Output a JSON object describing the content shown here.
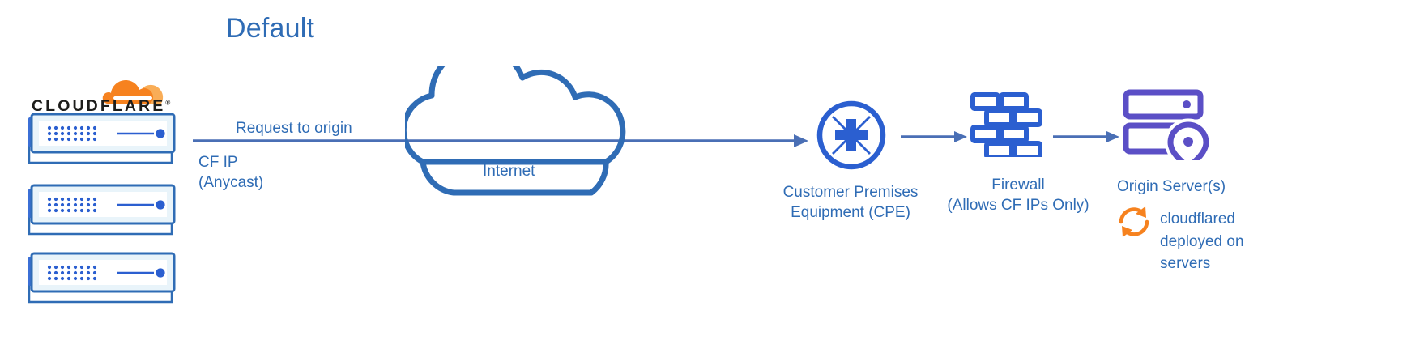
{
  "diagram": {
    "title": "Default",
    "theme": {
      "primary_blue": "#2f6cb5",
      "icon_blue": "#2b5fd0",
      "server_border_blue": "#2f6cb5",
      "server_fill": "#e9f4fa",
      "origin_purple": "#5b4fc6",
      "cloudflare_orange": "#f6821f",
      "cloudflare_orange_light": "#f9ad57",
      "wordmark_black": "#1d1d1b",
      "background": "#ffffff"
    }
  },
  "cloudflare": {
    "wordmark": "CLOUDFLARE",
    "trademark": "®",
    "logo_icon": "cloudflare-cloud-logo",
    "servers": [
      {
        "name": "cloudflare-edge-server-1"
      },
      {
        "name": "cloudflare-edge-server-2"
      },
      {
        "name": "cloudflare-edge-server-3"
      }
    ]
  },
  "flow": {
    "request_label": "Request to origin",
    "source_ip_label": "CF IP\n(Anycast)",
    "source_ip_line1": "CF IP",
    "source_ip_line2": "(Anycast)",
    "arrow_icon": "right-arrow-icon"
  },
  "internet": {
    "label": "Internet",
    "icon": "cloud-outline-icon"
  },
  "cpe": {
    "label_line1": "Customer Premises",
    "label_line2": "Equipment (CPE)",
    "icon": "router-converge-arrows-circle-icon"
  },
  "firewall": {
    "label_line1": "Firewall",
    "label_line2": "(Allows CF IPs Only)",
    "icon": "brick-wall-icon"
  },
  "origin": {
    "label": "Origin Server(s)",
    "icon": "server-rack-location-pin-icon",
    "note": "cloudflared\ndeployed on\nservers",
    "note_icon": "sync-circular-arrows-icon"
  }
}
